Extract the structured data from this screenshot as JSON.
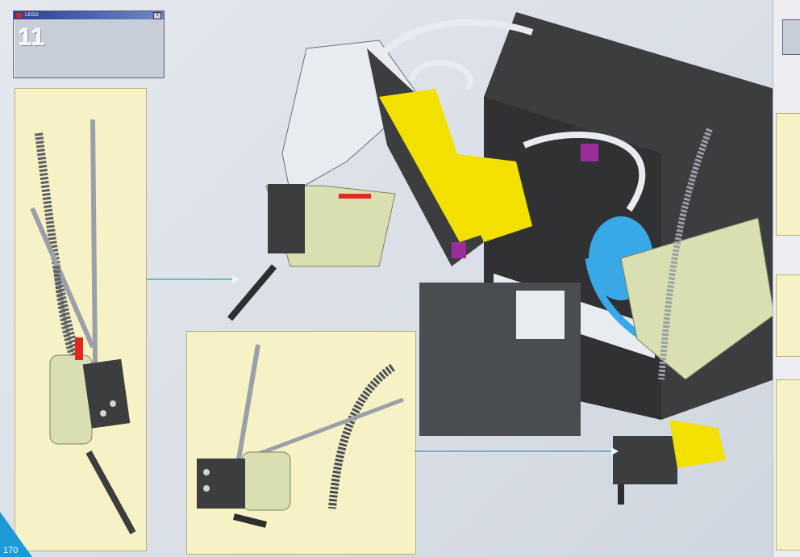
{
  "step": {
    "number": "11",
    "titlebar_text": "LEGO"
  },
  "page": {
    "number": "170"
  },
  "colors": {
    "accent": "#1b9ad6",
    "panel_background": "#f7f2c6",
    "arrow": "#5fc0c4",
    "brick_dark": "#3b3d3f",
    "brick_light": "#e8ebef",
    "yellow_part": "#f2e000",
    "blue_part": "#38a8e6",
    "tan_part": "#d9dfb0",
    "purple_part": "#9b2d9c",
    "red_part": "#e0281e"
  },
  "icons": [
    "lego-logo-icon",
    "window-close-icon",
    "callout-arrow-icon"
  ]
}
